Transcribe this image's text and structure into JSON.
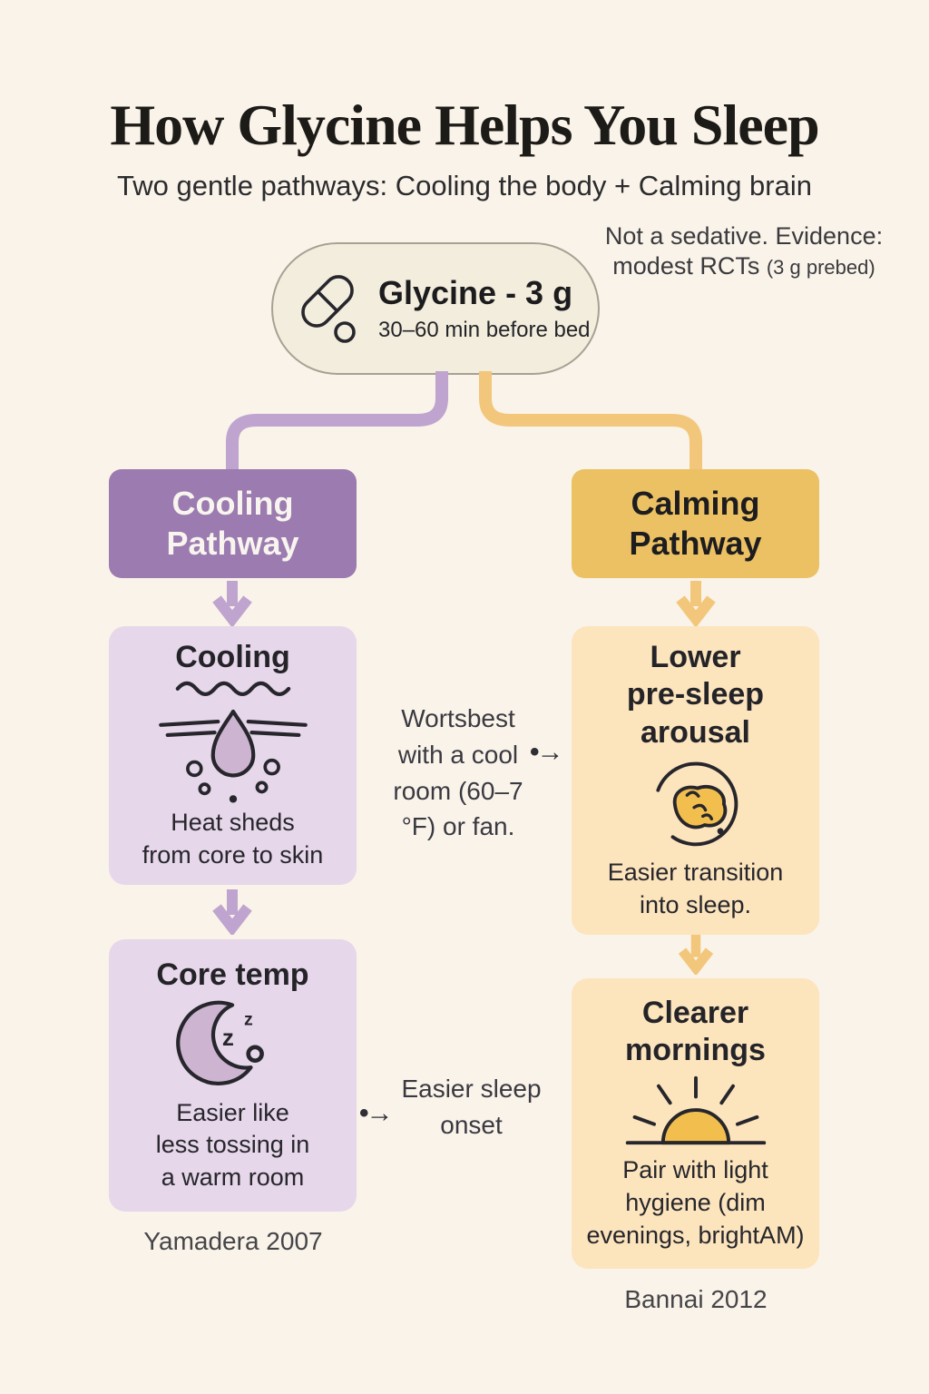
{
  "header": {
    "title": "How Glycine Helps You Sleep",
    "subtitle": "Two gentle pathways: Cooling the body + Calming brain"
  },
  "root_node": {
    "icon": "pill-icon",
    "title": "Glycine - 3 g",
    "subtitle": "30–60 min before bed"
  },
  "evidence_note": {
    "line1": "Not a sedative. Evidence:",
    "line2": "modest RCTs ",
    "line2_paren": "(3 g prebed)"
  },
  "cooling_pathway": {
    "header_label": "Cooling\nPathway",
    "steps": [
      {
        "title": "Cooling",
        "icon": "sweat-droplet-icon",
        "body": "Heat sheds\nfrom core to skin"
      },
      {
        "title": "Core temp",
        "icon": "crescent-moon-icon",
        "body": "Easier like\nless tossing in\na warm room"
      }
    ],
    "citation": "Yamadera 2007"
  },
  "calming_pathway": {
    "header_label": "Calming\nPathway",
    "steps": [
      {
        "title": "Lower\npre-sleep\narousal",
        "icon": "brain-icon",
        "body": "Easier transition\ninto sleep."
      },
      {
        "title": "Clearer\nmornings",
        "icon": "sunrise-icon",
        "body": "Pair with light\nhygiene (dim\nevenings, brightAM)"
      }
    ],
    "citation": "Bannai 2012"
  },
  "annotations": [
    {
      "text": "Wortsbest\nwith a cool\nroom (60–7\n°F) or fan.",
      "arrow_glyph": "•→"
    },
    {
      "text": "Easier sleep\nonset",
      "arrow_glyph": "•→"
    }
  ],
  "colors": {
    "background": "#faf3e9",
    "ink": "#232327",
    "node_fill": "#f3eddd",
    "node_border": "#a7a093",
    "purple_dark": "#9b7bb0",
    "purple_mid": "#bea4ce",
    "purple_light": "#e6d7ea",
    "purple_icon_fill": "#cdb4d0",
    "gold_dark": "#ecc164",
    "gold_mid": "#f2c77c",
    "gold_light": "#fce4bd",
    "icon_yellow": "#f2bf4e",
    "white_text": "#f8f4ee"
  }
}
